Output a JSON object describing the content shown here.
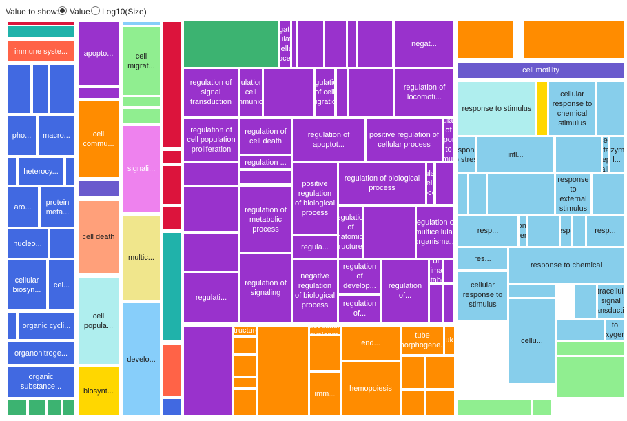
{
  "toolbar": {
    "label": "Value to show:",
    "options": [
      {
        "label": "Value",
        "selected": true
      },
      {
        "label": "Log10(Size)",
        "selected": false
      }
    ]
  },
  "colors": {
    "red": "#dc143c",
    "teal": "#20b2aa",
    "tomato": "#ff6347",
    "royal": "#4169e1",
    "purple": "#9932cc",
    "slate": "#6a5acd",
    "orange": "#ff8c00",
    "salmon": "#ffa07a",
    "paleturq": "#afeeee",
    "gold": "#ffd700",
    "green": "#3cb371",
    "lgreen": "#90ee90",
    "violet": "#ee82ee",
    "khaki": "#f0e68c",
    "lsky": "#87cefa",
    "sky": "#87ceeb"
  },
  "cells": [
    {
      "label": "",
      "color": "red"
    },
    {
      "label": "",
      "color": "teal"
    },
    {
      "label": "immune syste...",
      "color": "tomato"
    },
    {
      "label": "",
      "color": "royal"
    },
    {
      "label": "",
      "color": "royal"
    },
    {
      "label": "",
      "color": "royal"
    },
    {
      "label": "pho...",
      "color": "royal"
    },
    {
      "label": "macro...",
      "color": "royal"
    },
    {
      "label": "",
      "color": "royal"
    },
    {
      "label": "heterocy...",
      "color": "royal"
    },
    {
      "label": "",
      "color": "royal"
    },
    {
      "label": "aro...",
      "color": "royal"
    },
    {
      "label": "protein meta...",
      "color": "royal"
    },
    {
      "label": "nucleo...",
      "color": "royal"
    },
    {
      "label": "",
      "color": "royal"
    },
    {
      "label": "cellular biosyn...",
      "color": "royal"
    },
    {
      "label": "cel...",
      "color": "royal"
    },
    {
      "label": "",
      "color": "royal"
    },
    {
      "label": "organic cycli...",
      "color": "royal"
    },
    {
      "label": "organonitroge...",
      "color": "royal"
    },
    {
      "label": "organic substance...",
      "color": "royal"
    },
    {
      "label": "",
      "color": "green"
    },
    {
      "label": "",
      "color": "green"
    },
    {
      "label": "",
      "color": "green"
    },
    {
      "label": "",
      "color": "green"
    },
    {
      "label": "apopto...",
      "color": "purple"
    },
    {
      "label": "",
      "color": "purple"
    },
    {
      "label": "cell commu...",
      "color": "orange"
    },
    {
      "label": "",
      "color": "slate"
    },
    {
      "label": "cell death",
      "color": "salmon"
    },
    {
      "label": "cell popula...",
      "color": "paleturq"
    },
    {
      "label": "biosynt...",
      "color": "gold"
    },
    {
      "label": "",
      "color": "lsky"
    },
    {
      "label": "cell migrat...",
      "color": "lgreen"
    },
    {
      "label": "",
      "color": "lgreen"
    },
    {
      "label": "",
      "color": "lgreen"
    },
    {
      "label": "signali...",
      "color": "violet"
    },
    {
      "label": "multic...",
      "color": "khaki"
    },
    {
      "label": "develo...",
      "color": "lsky"
    },
    {
      "label": "",
      "color": "red"
    },
    {
      "label": "",
      "color": "red"
    },
    {
      "label": "",
      "color": "red"
    },
    {
      "label": "",
      "color": "red"
    },
    {
      "label": "",
      "color": "teal"
    },
    {
      "label": "",
      "color": "tomato"
    },
    {
      "label": "",
      "color": "royal"
    },
    {
      "label": "",
      "color": "green"
    },
    {
      "label": "negative regulation of cellular process",
      "color": "purple"
    },
    {
      "label": "",
      "color": "purple"
    },
    {
      "label": "",
      "color": "purple"
    },
    {
      "label": "",
      "color": "purple"
    },
    {
      "label": "",
      "color": "purple"
    },
    {
      "label": "",
      "color": "purple"
    },
    {
      "label": "negat...",
      "color": "purple"
    },
    {
      "label": "regulation of signal transduction",
      "color": "purple"
    },
    {
      "label": "regulation of cell communica...",
      "color": "purple"
    },
    {
      "label": "",
      "color": "purple"
    },
    {
      "label": "regulation of cell migration",
      "color": "purple"
    },
    {
      "label": "",
      "color": "purple"
    },
    {
      "label": "",
      "color": "purple"
    },
    {
      "label": "regulation of locomoti...",
      "color": "purple"
    },
    {
      "label": "regulation of cell population proliferation",
      "color": "purple"
    },
    {
      "label": "regulation of cell death",
      "color": "purple"
    },
    {
      "label": "regulation of apoptot...",
      "color": "purple"
    },
    {
      "label": "positive regulation of cellular process",
      "color": "purple"
    },
    {
      "label": "regulation of response to stimulus",
      "color": "purple"
    },
    {
      "label": "",
      "color": "purple"
    },
    {
      "label": "regulation ...",
      "color": "purple"
    },
    {
      "label": "",
      "color": "purple"
    },
    {
      "label": "",
      "color": "purple"
    },
    {
      "label": "regulation of metabolic process",
      "color": "purple"
    },
    {
      "label": "positive regulation of biological process",
      "color": "purple"
    },
    {
      "label": "regulation of biological process",
      "color": "purple"
    },
    {
      "label": "regulation of cellular process",
      "color": "purple"
    },
    {
      "label": "",
      "color": "purple"
    },
    {
      "label": "",
      "color": "purple"
    },
    {
      "label": "regulation of anatomical structure...",
      "color": "purple"
    },
    {
      "label": "",
      "color": "purple"
    },
    {
      "label": "regulation of multicellular organisma...",
      "color": "purple"
    },
    {
      "label": "regula...",
      "color": "purple"
    },
    {
      "label": "regulati...",
      "color": "purple"
    },
    {
      "label": "regulation of signaling",
      "color": "purple"
    },
    {
      "label": "negative regulation of biological process",
      "color": "purple"
    },
    {
      "label": "regulation of develop...",
      "color": "purple"
    },
    {
      "label": "regulation of...",
      "color": "purple"
    },
    {
      "label": "regulation of...",
      "color": "purple"
    },
    {
      "label": "regulation of primary metabolic process",
      "color": "purple"
    },
    {
      "label": "",
      "color": "purple"
    },
    {
      "label": "",
      "color": "purple"
    },
    {
      "label": "",
      "color": "purple"
    },
    {
      "label": "",
      "color": "purple"
    },
    {
      "label": "anatomical structure develop...",
      "color": "orange"
    },
    {
      "label": "",
      "color": "orange"
    },
    {
      "label": "",
      "color": "orange"
    },
    {
      "label": "",
      "color": "orange"
    },
    {
      "label": "",
      "color": "orange"
    },
    {
      "label": "",
      "color": "orange"
    },
    {
      "label": "vasculature developm...",
      "color": "orange"
    },
    {
      "label": "",
      "color": "orange"
    },
    {
      "label": "imm...",
      "color": "orange"
    },
    {
      "label": "end...",
      "color": "orange"
    },
    {
      "label": "hemopoiesis",
      "color": "orange"
    },
    {
      "label": "tube morphogene...",
      "color": "orange"
    },
    {
      "label": "leuk...",
      "color": "orange"
    },
    {
      "label": "",
      "color": "orange"
    },
    {
      "label": "",
      "color": "orange"
    },
    {
      "label": "",
      "color": "orange"
    },
    {
      "label": "",
      "color": "orange"
    },
    {
      "label": "",
      "color": "orange"
    },
    {
      "label": "",
      "color": "orange"
    },
    {
      "label": "cell motility",
      "color": "slate"
    },
    {
      "label": "response to stimulus",
      "color": "paleturq"
    },
    {
      "label": "",
      "color": "gold"
    },
    {
      "label": "cellular response to chemical stimulus",
      "color": "sky"
    },
    {
      "label": "",
      "color": "sky"
    },
    {
      "label": "response to stress",
      "color": "sky"
    },
    {
      "label": "infl...",
      "color": "sky"
    },
    {
      "label": "",
      "color": "sky"
    },
    {
      "label": "cell surface receptor signaling...",
      "color": "sky"
    },
    {
      "label": "enzyme-l...",
      "color": "sky"
    },
    {
      "label": "",
      "color": "sky"
    },
    {
      "label": "",
      "color": "sky"
    },
    {
      "label": "",
      "color": "sky"
    },
    {
      "label": "response to external stimulus",
      "color": "sky"
    },
    {
      "label": "",
      "color": "sky"
    },
    {
      "label": "resp...",
      "color": "sky"
    },
    {
      "label": "response to endogenous...",
      "color": "sky"
    },
    {
      "label": "",
      "color": "sky"
    },
    {
      "label": "resp...",
      "color": "sky"
    },
    {
      "label": "",
      "color": "sky"
    },
    {
      "label": "resp...",
      "color": "sky"
    },
    {
      "label": "response t...",
      "color": "sky"
    },
    {
      "label": "",
      "color": "sky"
    },
    {
      "label": "response to chemical",
      "color": "sky"
    },
    {
      "label": "cellular response t...",
      "color": "sky"
    },
    {
      "label": "",
      "color": "sky"
    },
    {
      "label": "res...",
      "color": "sky"
    },
    {
      "label": "",
      "color": "sky"
    },
    {
      "label": "intracellular signal transducti...",
      "color": "sky"
    },
    {
      "label": "cellular response to stimulus",
      "color": "sky"
    },
    {
      "label": "cellu...",
      "color": "sky"
    },
    {
      "label": "",
      "color": "sky"
    },
    {
      "label": "response to oxygen-contain...",
      "color": "sky"
    },
    {
      "label": "",
      "color": "lgreen"
    },
    {
      "label": "",
      "color": "lgreen"
    },
    {
      "label": "",
      "color": "lgreen"
    },
    {
      "label": "",
      "color": "lgreen"
    }
  ]
}
